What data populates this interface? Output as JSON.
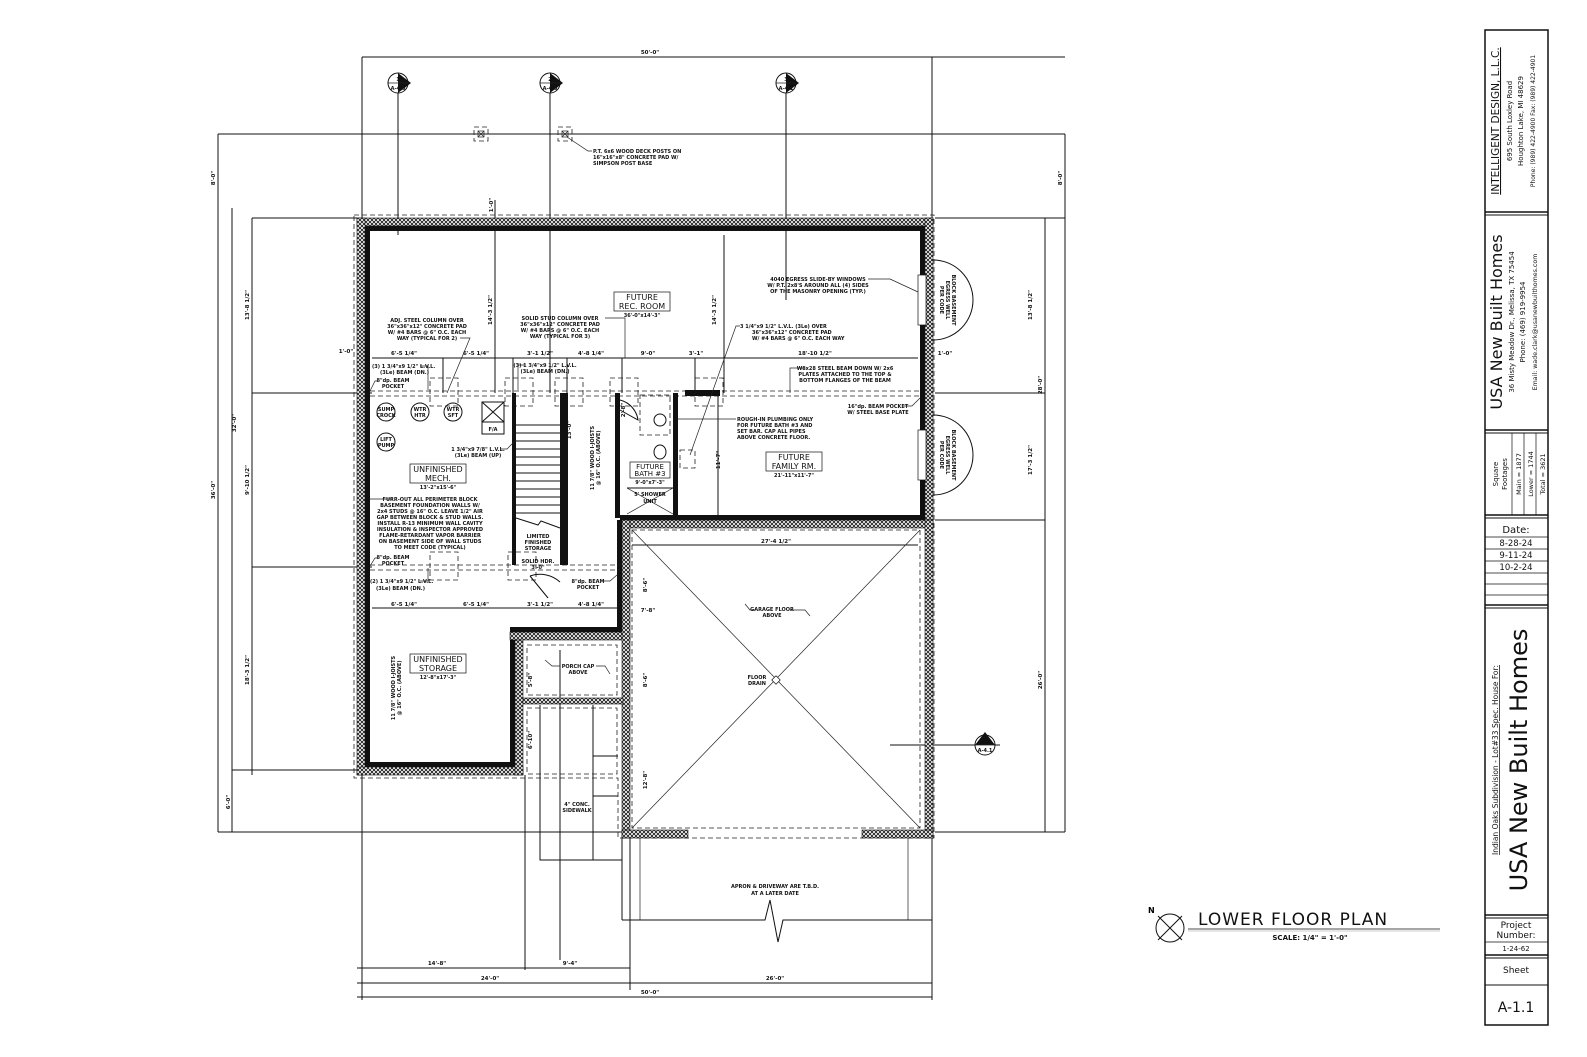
{
  "title_block": {
    "firm": {
      "name": "INTELLIGENT DESIGN, L.L.C.",
      "address1": "695 South Loxley Road",
      "address2": "Houghton Lake, MI 48629",
      "phone_fax": "Phone: (989) 422-4900 Fax: (989) 422-4901"
    },
    "client": {
      "name": "USA New Built Homes",
      "address": "36 Misty Meadow Dr., Melissa, TX 75454",
      "phone": "Phone: (469) 919-9954",
      "email": "Email: wade.clark@usanewbuilthomes.com"
    },
    "square_footages": {
      "label1": "Square",
      "label2": "Footages",
      "main": "Main = 1877",
      "lower": "Lower = 1744",
      "total": "Total = 3621"
    },
    "dates": {
      "label": "Date:",
      "values": [
        "8-28-24",
        "9-11-24",
        "10-2-24"
      ]
    },
    "project": {
      "subtitle": "Indian Oaks Subdivision - Lot#33 Spec. House For:",
      "name": "USA New Built Homes"
    },
    "project_number": {
      "label1": "Project",
      "label2": "Number:",
      "value": "1-24-62"
    },
    "sheet": {
      "label": "Sheet",
      "value": "A-1.1"
    }
  },
  "drawing": {
    "title": "LOWER FLOOR PLAN",
    "scale": "SCALE: 1/4\" = 1'-0\"",
    "north": "N"
  },
  "section_markers": [
    {
      "num": "1",
      "sheet": "A-4.0"
    },
    {
      "num": "2",
      "sheet": "A-4.0"
    },
    {
      "num": "3",
      "sheet": "A-4.1"
    },
    {
      "num": "4",
      "sheet": "A-4.1"
    }
  ],
  "rooms": {
    "rec": {
      "name1": "FUTURE",
      "name2": "REC. ROOM",
      "size": "36'-0\"x14'-3\""
    },
    "family": {
      "name1": "FUTURE",
      "name2": "FAMILY RM.",
      "size": "21'-11\"x11'-7\""
    },
    "bath": {
      "name1": "FUTURE",
      "name2": "BATH #3",
      "size": "9'-0\"x7'-3\""
    },
    "mech": {
      "name1": "UNFINISHED",
      "name2": "MECH.",
      "size": "13'-2\"x15'-6\""
    },
    "storage": {
      "name1": "UNFINISHED",
      "name2": "STORAGE",
      "size": "12'-8\"x17'-3\""
    }
  },
  "equipment": {
    "sump": [
      "SUMP",
      "CROCK"
    ],
    "wtr_htr": [
      "WTR",
      "HTR"
    ],
    "wtr_sft": [
      "WTR",
      "SFT"
    ],
    "lift": [
      "LIFT",
      "PUMP"
    ],
    "fa": "F/A"
  },
  "notes": {
    "deck_posts": [
      "P.T. 6x6 WOOD DECK POSTS ON",
      "16\"x16\"x8\" CONCRETE PAD W/",
      "SIMPSON POST BASE"
    ],
    "adj_column": [
      "ADJ. STEEL COLUMN OVER",
      "36\"x36\"x12\" CONCRETE PAD",
      "W/ #4 BARS @ 6\" O.C. EACH",
      "WAY (TYPICAL FOR 2)"
    ],
    "stud_column": [
      "SOLID STUD COLUMN OVER",
      "36\"x36\"x12\" CONCRETE PAD",
      "W/ #4 BARS @ 6\" O.C. EACH",
      "WAY (TYPICAL FOR 3)"
    ],
    "egress": [
      "4040 EGRESS SLIDE-BY WINDOWS",
      "W/ P.T. 2x8'S AROUND ALL (4) SIDES",
      "OF THE MASONRY OPENING (TYP.)"
    ],
    "lvl_column": [
      "3 1/4\"x9 1/2\" L.V.L. (3Le) OVER",
      "36\"x36\"x12\" CONCRETE PAD",
      "W/ #4 BARS @ 6\" O.C. EACH WAY"
    ],
    "lvl_beam_a": [
      "(3) 1 3/4\"x9 1/2\" L.V.L.",
      "(3Le) BEAM (DN.)"
    ],
    "lvl_beam_b": [
      "(3) 1 3/4\"x9 1/2\" L.V.L.",
      "(3Le) BEAM (DN.)"
    ],
    "beam_pocket_a": [
      "8\"dp. BEAM",
      "POCKET"
    ],
    "steel_beam": [
      "W8x28 STEEL BEAM DOWN W/ 2x6",
      "PLATES ATTACHED TO THE TOP &",
      "BOTTOM FLANGES OF THE BEAM"
    ],
    "steel_pocket": [
      "16\"dp. BEAM POCKET",
      "W/ STEEL BASE PLATE"
    ],
    "lvl_up": [
      "1 3/4\"x9 7/8\" L.V.L.",
      "(3Le) BEAM (UP)"
    ],
    "plumbing": [
      "ROUGH-IN PLUMBING ONLY",
      "FOR FUTURE BATH #3 AND",
      "SET BAR. CAP ALL PIPES",
      "ABOVE CONCRETE FLOOR."
    ],
    "furr_out": [
      "FURR-OUT ALL PERIMETER BLOCK",
      "BASEMENT FOUNDATION WALLS W/",
      "2x4 STUDS @ 16\" O.C. LEAVE 1/2\" AIR",
      "GAP BETWEEN BLOCK & STUD WALLS.",
      "INSTALL R-13 MINIMUM WALL CAVITY",
      "INSULATION & INSPECTOR APPROVED",
      "FLAME-RETARDANT VAPOR BARRIER",
      "ON BASEMENT SIDE OF WALL STUDS",
      "TO MEET CODE (TYPICAL)"
    ],
    "limited_storage": [
      "LIMITED",
      "FINISHED",
      "STORAGE"
    ],
    "solid_hdr": [
      "SOLID HDR.",
      "3'-0\""
    ],
    "beam_pocket_b": [
      "8\"dp. BEAM",
      "POCKET"
    ],
    "beam_pocket_c": [
      "8\"dp. BEAM",
      "POCKET"
    ],
    "lvl_beam_c": [
      "(2) 1 3/4\"x9 1/2\" L.V.L.",
      "(3Le) BEAM (DN.)"
    ],
    "shower": [
      "5' SHOWER",
      "UNIT"
    ],
    "garage_floor": [
      "GARAGE FLOOR",
      "ABOVE"
    ],
    "floor_drain": [
      "FLOOR",
      "DRAIN"
    ],
    "porch_cap": [
      "PORCH CAP",
      "ABOVE"
    ],
    "sidewalk": [
      "4\" CONC.",
      "SIDEWALK"
    ],
    "apron": [
      "APRON & DRIVEWAY ARE T.B.D.",
      "AT A LATER DATE"
    ],
    "joists_a": [
      "11 7/8\" WOOD I-JOISTS",
      "@ 16\" O.C. (ABOVE)"
    ],
    "joists_b": [
      "11 7/8\" WOOD I-JOISTS",
      "@ 16\" O.C. (ABOVE)"
    ],
    "window_a": [
      "BLOCK BASEMENT",
      "EGRESS WELL",
      "PER CODE"
    ],
    "window_b": [
      "BLOCK BASEMENT",
      "EGRESS WELL",
      "PER CODE"
    ]
  },
  "dimensions": {
    "top_overall": "50'-0\"",
    "bottom_overall": "50'-0\"",
    "bottom_left": "24'-0\"",
    "bottom_right": "26'-0\"",
    "bottom_a": "14'-8\"",
    "bottom_b": "9'-4\"",
    "left_deck": "8'-0\"",
    "left_overall": "36'-0\"",
    "left_house": "32'-0\"",
    "left_a": "13'-8 1/2\"",
    "left_b": "9'-10 1/2\"",
    "left_c": "18'-3 1/2\"",
    "left_bottom": "6'-0\"",
    "right_deck": "8'-0\"",
    "right_a": "13'-8 1/2\"",
    "right_b": "28'-0\"",
    "right_c": "17'-3 1/2\"",
    "right_d": "26'-0\"",
    "right_window": "1'-0\"",
    "left_window": "1'-0\"",
    "beam_a": "6'-5 1/4\"",
    "beam_b": "6'-5 1/4\"",
    "beam_c": "3'-1 1/2\"",
    "beam_d": "4'-8 1/4\"",
    "beam_e": "9'-0\"",
    "beam_f": "3'-1\"",
    "beam_g": "18'-10 1/2\"",
    "low_a": "6'-5 1/4\"",
    "low_b": "6'-5 1/4\"",
    "low_c": "3'-1 1/2\"",
    "low_d": "4'-8 1/4\"",
    "rec_depth_a": "14'-3 1/2\"",
    "rec_depth_b": "14'-3 1/2\"",
    "garage_w": "27'-4 1/2\"",
    "stair_len": "13'-0\"",
    "garage_a": "8'-6\"",
    "garage_b": "7'-8\"",
    "garage_c": "8'-6\"",
    "garage_d": "12'-8\"",
    "porch_a": "5'-8\"",
    "porch_b": "6'-10\"",
    "bath_door": "2'-8\"",
    "fam_depth": "11'-7\"",
    "deck_off": "1'-0\""
  }
}
